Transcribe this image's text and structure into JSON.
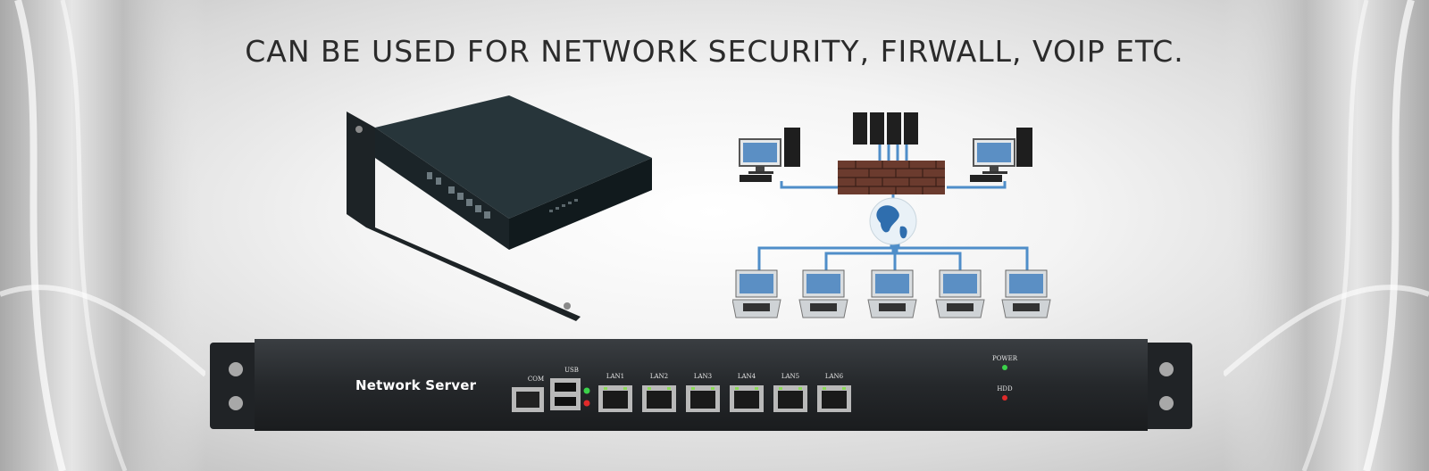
{
  "headline": "CAN BE USED FOR NETWORK SECURITY, FIRWALL, VOIP ETC.",
  "front_panel": {
    "product_label": "Network Server",
    "ports": {
      "com": "COM",
      "usb": "USB",
      "lan1": "LAN1",
      "lan2": "LAN2",
      "lan3": "LAN3",
      "lan4": "LAN4",
      "lan5": "LAN5",
      "lan6": "LAN6"
    },
    "indicators": {
      "power": "POWER",
      "hdd": "HDD"
    }
  },
  "colors": {
    "chassis": "#26292c",
    "cable": "#4f8ec9",
    "firewall_brick": "#6b3b2e",
    "led_green": "#3bd24a",
    "led_red": "#e02a2a"
  },
  "icons": [
    "server-appliance-icon",
    "firewall-icon",
    "globe-icon",
    "desktop-computer-icon",
    "laptop-icon",
    "server-tower-icon"
  ]
}
